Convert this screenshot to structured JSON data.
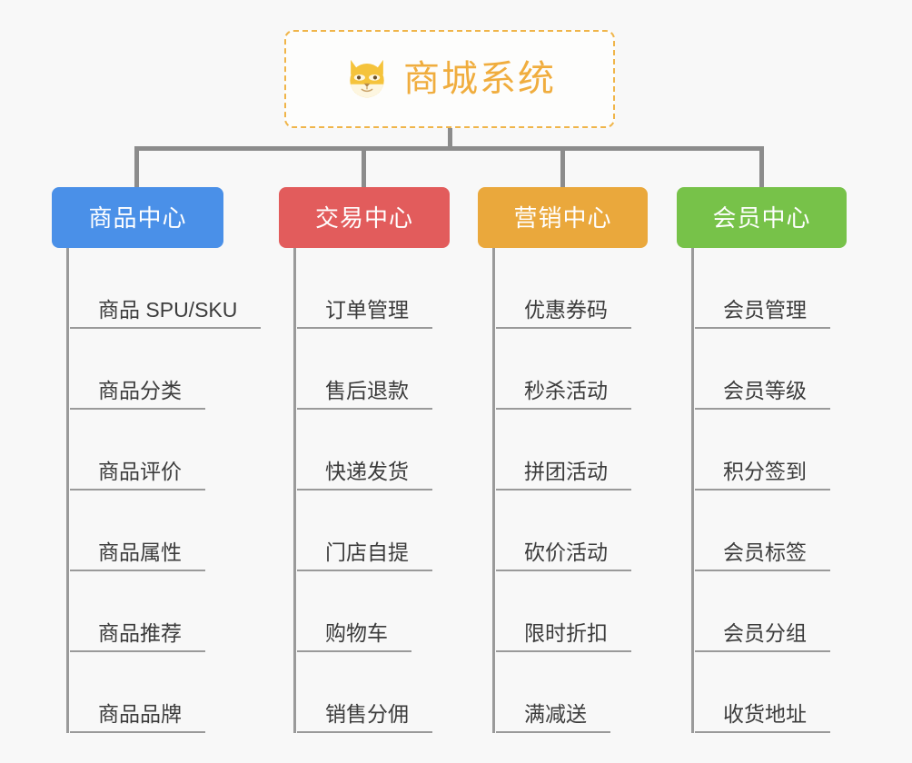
{
  "root": {
    "title": "商城系统",
    "icon": "shiba-dog-icon",
    "border_color": "#f0b54a",
    "text_color": "#f0ad3e"
  },
  "canvas": {
    "background": "#f8f8f8",
    "connector_color": "#8c8c8c"
  },
  "branches": [
    {
      "label": "商品中心",
      "color": "#4a90e8",
      "items": [
        "商品 SPU/SKU",
        "商品分类",
        "商品评价",
        "商品属性",
        "商品推荐",
        "商品品牌"
      ]
    },
    {
      "label": "交易中心",
      "color": "#e25c5c",
      "items": [
        "订单管理",
        "售后退款",
        "快递发货",
        "门店自提",
        "购物车",
        "销售分佣"
      ]
    },
    {
      "label": "营销中心",
      "color": "#eaa83c",
      "items": [
        "优惠券码",
        "秒杀活动",
        "拼团活动",
        "砍价活动",
        "限时折扣",
        "满减送"
      ]
    },
    {
      "label": "会员中心",
      "color": "#77c249",
      "items": [
        "会员管理",
        "会员等级",
        "积分签到",
        "会员标签",
        "会员分组",
        "收货地址"
      ]
    }
  ]
}
